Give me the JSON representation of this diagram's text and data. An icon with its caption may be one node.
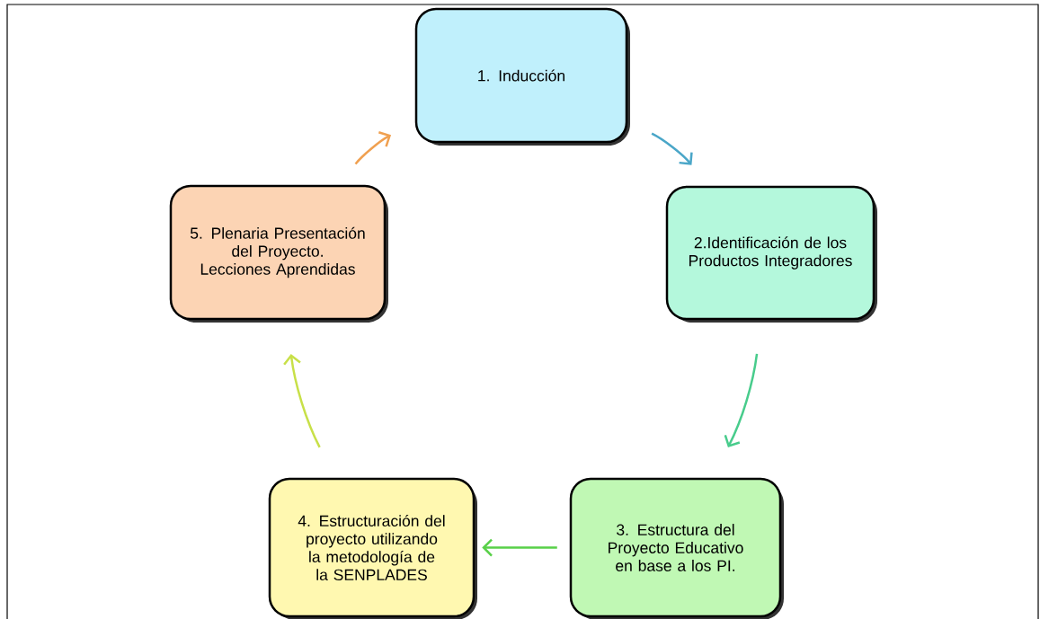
{
  "diagram": {
    "nodes": [
      {
        "text": [
          "1. Inducción"
        ]
      },
      {
        "text": [
          "2.Identificación de los Productos Integradores"
        ]
      },
      {
        "text": [
          "3. Estructura del Proyecto Educativo en base a los PI."
        ]
      },
      {
        "text": [
          "4. Estructuración del proyecto utilizando la metodología de la SENPLADES"
        ]
      },
      {
        "text": [
          "5. Plenaria Presentación del Proyecto. Lecciones Aprendidas"
        ]
      }
    ],
    "edges": [
      {
        "from": 0,
        "to": 1,
        "arrow": "to",
        "color": "#4aa6c8"
      },
      {
        "from": 1,
        "to": 2,
        "arrow": "to",
        "color": "#48cc8c"
      },
      {
        "from": 2,
        "to": 3,
        "arrow": "to",
        "color": "#58d048"
      },
      {
        "from": 3,
        "to": 4,
        "arrow": "to",
        "color": "#c8e048"
      },
      {
        "from": 4,
        "to": 0,
        "arrow": "to",
        "color": "#f0a050"
      }
    ]
  }
}
